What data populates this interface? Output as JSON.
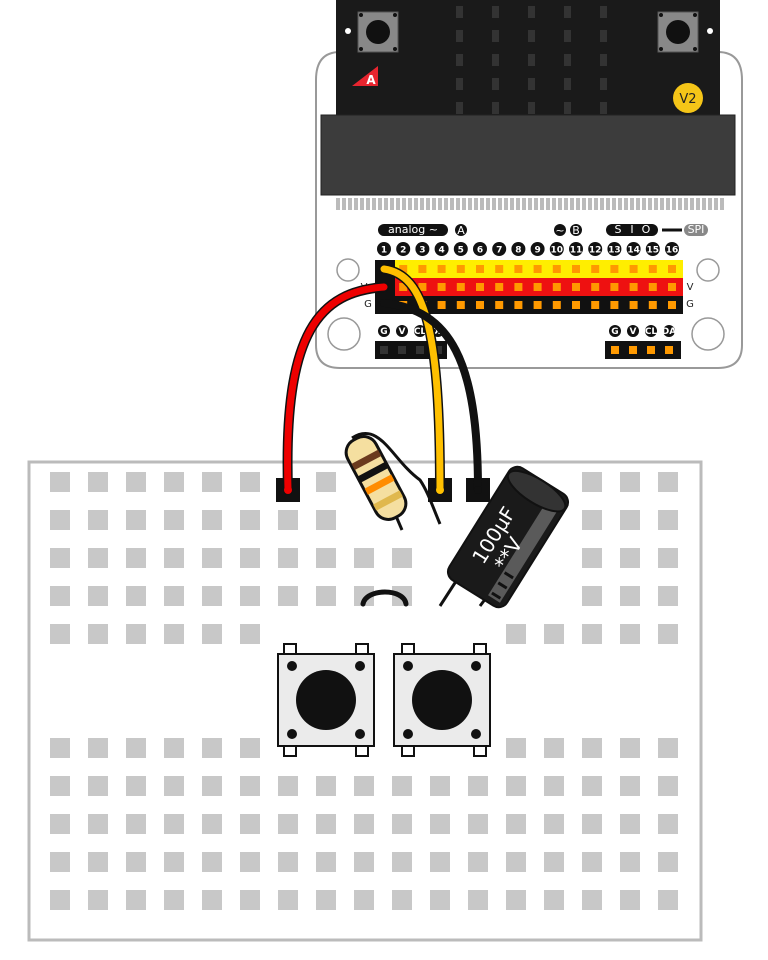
{
  "board": {
    "version_badge": "V2",
    "button_a_label": "A",
    "header_labels": {
      "analog": "analog ~",
      "a": "A",
      "tilde": "~",
      "b": "B",
      "s": "S",
      "i": "I",
      "o": "O",
      "spi": "SPI"
    },
    "pin_numbers": [
      "1",
      "2",
      "3",
      "4",
      "5",
      "6",
      "7",
      "8",
      "9",
      "10",
      "11",
      "12",
      "13",
      "14",
      "15",
      "16"
    ],
    "rail_labels": {
      "v_left": "V",
      "g_left": "G",
      "v_right": "V",
      "g_right": "G"
    },
    "i2c_left": [
      "G",
      "V",
      "CL",
      "DA"
    ],
    "i2c_right": [
      "G",
      "V",
      "CL",
      "DA"
    ]
  },
  "components": {
    "capacitor": {
      "value": "100µF",
      "voltage": "**V"
    }
  },
  "colors": {
    "wire_red": "#ee0000",
    "wire_yellow": "#ffc000",
    "wire_black": "#111111",
    "rail_yellow": "#ffee00",
    "rail_red": "#ee1111",
    "pin_orange": "#ff9900",
    "breadboard_hole": "#c8c8c8"
  }
}
